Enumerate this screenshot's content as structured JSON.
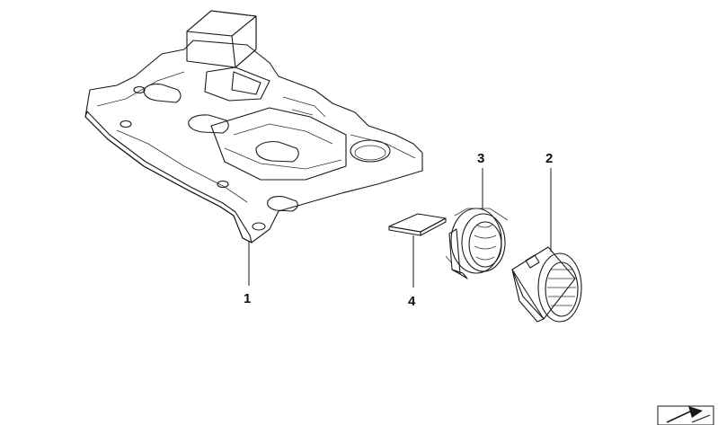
{
  "diagram": {
    "callouts": [
      {
        "id": "callout-1",
        "label": "1"
      },
      {
        "id": "callout-2",
        "label": "2"
      },
      {
        "id": "callout-3",
        "label": "3"
      },
      {
        "id": "callout-4",
        "label": "4"
      }
    ]
  },
  "colors": {
    "background": "#ffffff",
    "line": "#1a1a1a",
    "part_fill": "#f2f2f2",
    "shade": "#d9d9d9",
    "dark_shade": "#bdbdbd"
  },
  "icons": {
    "corner": "arrow-icon"
  }
}
